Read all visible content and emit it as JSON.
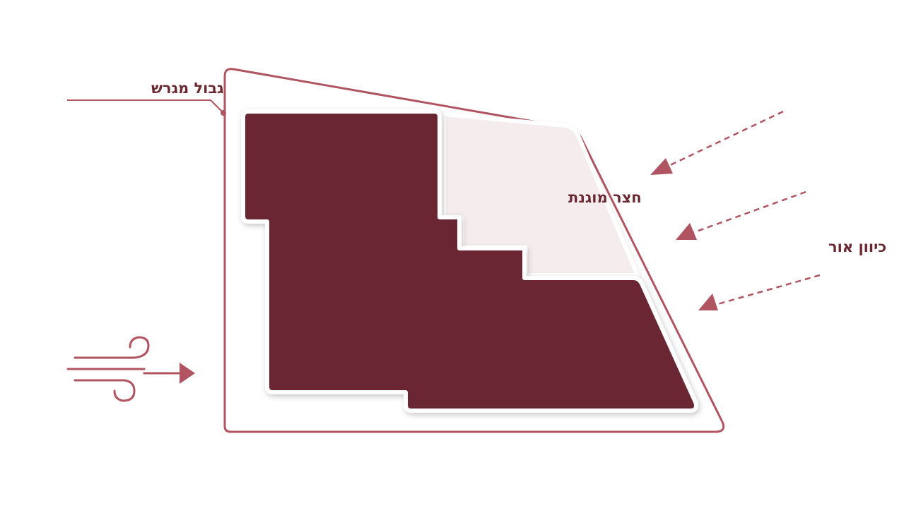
{
  "labels": {
    "plot_boundary": "גבול מגרש",
    "protected_yard": "חצר מוגנת",
    "light_direction": "כיוון אור"
  },
  "icons": {
    "wind": "wind-icon",
    "light_arrow": "dashed-arrow-icon"
  },
  "colors": {
    "accent": "#b15461",
    "building": "#6b2831",
    "yard": "#f4eced",
    "outline": "#b15461",
    "text": "#6b2831",
    "background": "#ffffff"
  }
}
